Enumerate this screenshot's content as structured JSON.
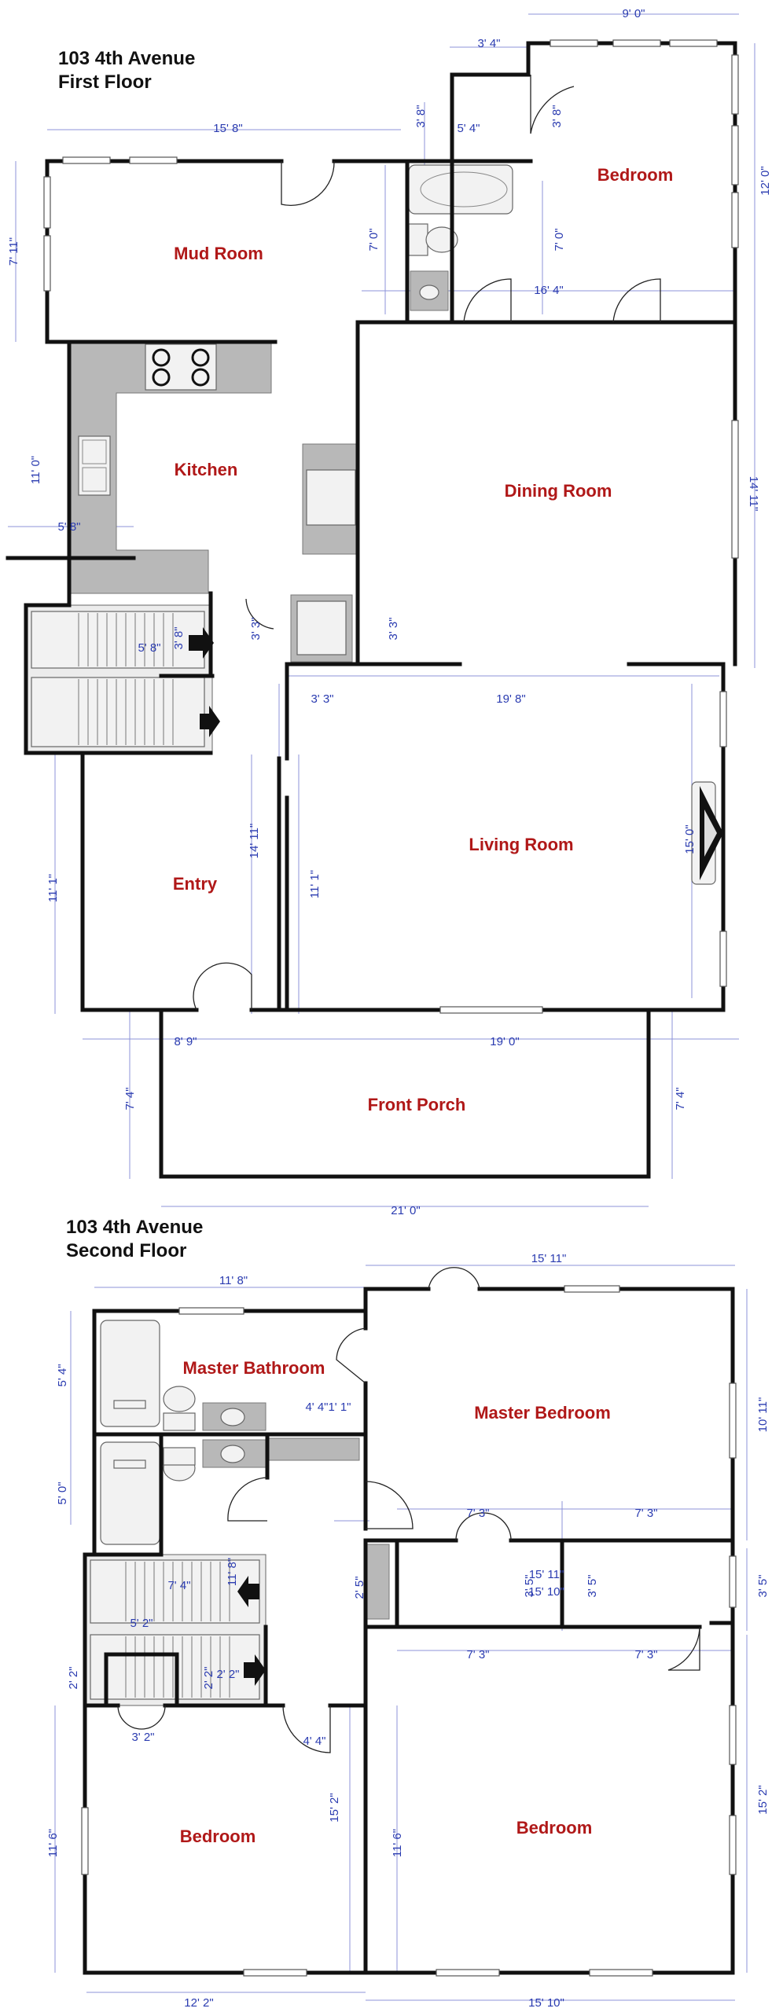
{
  "floor1": {
    "title_line1": "103 4th Avenue",
    "title_line2": "First Floor",
    "rooms": {
      "bedroom": "Bedroom",
      "mud_room": "Mud Room",
      "kitchen": "Kitchen",
      "dining_room": "Dining Room",
      "entry": "Entry",
      "living_room": "Living Room",
      "front_porch": "Front Porch"
    },
    "dims": {
      "d_9_0": "9' 0\"",
      "d_3_4": "3' 4\"",
      "d_3_8_a": "3' 8\"",
      "d_3_8_b": "3' 8\"",
      "d_5_4": "5' 4\"",
      "d_12_0": "12' 0\"",
      "d_15_8": "15' 8\"",
      "d_7_11": "7' 11\"",
      "d_7_0_a": "7' 0\"",
      "d_7_0_b": "7' 0\"",
      "d_16_4": "16' 4\"",
      "d_11_0": "11' 0\"",
      "d_14_11_r": "14' 11\"",
      "d_5_8_a": "5' 8\"",
      "d_5_8_b": "5' 8\"",
      "d_3_8_c": "3' 8\"",
      "d_3_3_a": "3' 3\"",
      "d_3_3_b": "3' 3\"",
      "d_3_3_c": "3' 3\"",
      "d_19_8": "19' 8\"",
      "d_15_0": "15' 0\"",
      "d_11_1_a": "11' 1\"",
      "d_14_11": "14' 11\"",
      "d_11_1_b": "11' 1\"",
      "d_8_9": "8' 9\"",
      "d_19_0": "19' 0\"",
      "d_7_4_a": "7' 4\"",
      "d_7_4_b": "7' 4\"",
      "d_21_0": "21' 0\""
    }
  },
  "floor2": {
    "title_line1": "103 4th Avenue",
    "title_line2": "Second Floor",
    "rooms": {
      "master_bathroom": "Master Bathroom",
      "master_bedroom": "Master Bedroom",
      "bedroom_left": "Bedroom",
      "bedroom_right": "Bedroom"
    },
    "dims": {
      "d_15_11_top": "15' 11\"",
      "d_11_8": "11' 8\"",
      "d_5_4": "5' 4\"",
      "d_5_0": "5' 0\"",
      "d_4_4_a": "4' 4\"",
      "d_1_1": "1' 1\"",
      "d_10_11": "10' 11\"",
      "d_7_3_a": "7' 3\"",
      "d_7_3_b": "7' 3\"",
      "d_11_8_v": "11' 8\"",
      "d_7_4": "7' 4\"",
      "d_2_5": "2' 5\"",
      "d_15_11_mid": "15' 11\"",
      "d_15_10_mid": "15' 10\"",
      "d_3_5_a": "3' 5\"",
      "d_3_5_b": "3' 5\"",
      "d_3_5_c": "3' 5\"",
      "d_5_2": "5' 2\"",
      "d_2_2_a": "2' 2\"",
      "d_2_2_b": "2' 2\"",
      "d_2_2_c": "2' 2\"",
      "d_7_3_c": "7' 3\"",
      "d_7_3_d": "7' 3\"",
      "d_3_2": "3' 2\"",
      "d_4_4_b": "4' 4\"",
      "d_11_6_a": "11' 6\"",
      "d_15_2_a": "15' 2\"",
      "d_11_6_b": "11' 6\"",
      "d_15_2_b": "15' 2\"",
      "d_12_2": "12' 2\"",
      "d_15_10_bottom": "15' 10\""
    }
  }
}
